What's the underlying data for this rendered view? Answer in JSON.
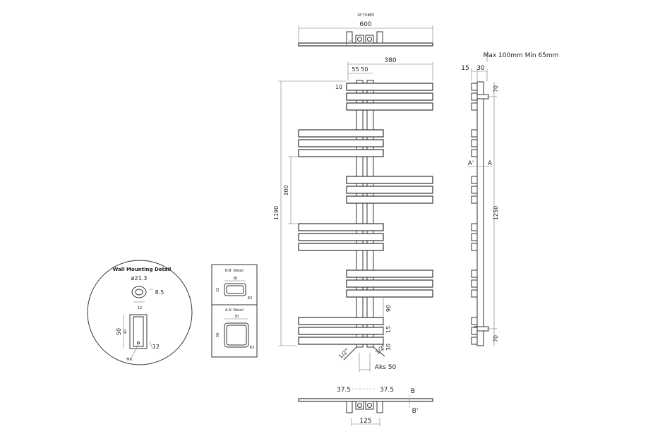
{
  "top_view": {
    "tubes_label": "18 TUBES",
    "width_dim": "600"
  },
  "front_view": {
    "width_dim": "380",
    "offset_dims": "55 50",
    "top_gap_dim": "10",
    "group_pitch_dim": "300",
    "height_dim": "1190",
    "gap_dim_90": "90",
    "tube_dim_15": "15",
    "bottom_dim_30": "30",
    "valve_left": "1/2\"",
    "valve_right": "1/2\"",
    "center_dim": "Aks 50"
  },
  "side_view": {
    "wall_gap_note": "Max 100mm Min 65mm",
    "dim_15": "15",
    "dim_30": "30",
    "top_dim": "70",
    "centre_dim": "1250",
    "bottom_dim": "70",
    "section_left": "A'",
    "section_right": "A"
  },
  "wall_detail": {
    "title": "Wall Mounting Detail",
    "hole_dia": "ø21.3",
    "dim_8_5": "8.5",
    "dim_12": "12",
    "dim_50": "50",
    "dim_40": "40",
    "dim_12b": "12",
    "screw": "M6"
  },
  "sections": {
    "bb_title": "B-B' Detail",
    "bb_width": "38",
    "bb_height": "15",
    "bb_radius": "R2",
    "aa_title": "A-A' Detail",
    "aa_width": "30",
    "aa_height": "30",
    "aa_radius": "R3"
  },
  "bottom_view": {
    "dim_left": "37.5",
    "dim_right": "37.5",
    "pipe_centres": "125",
    "section_b": "B",
    "section_b2": "B'"
  }
}
